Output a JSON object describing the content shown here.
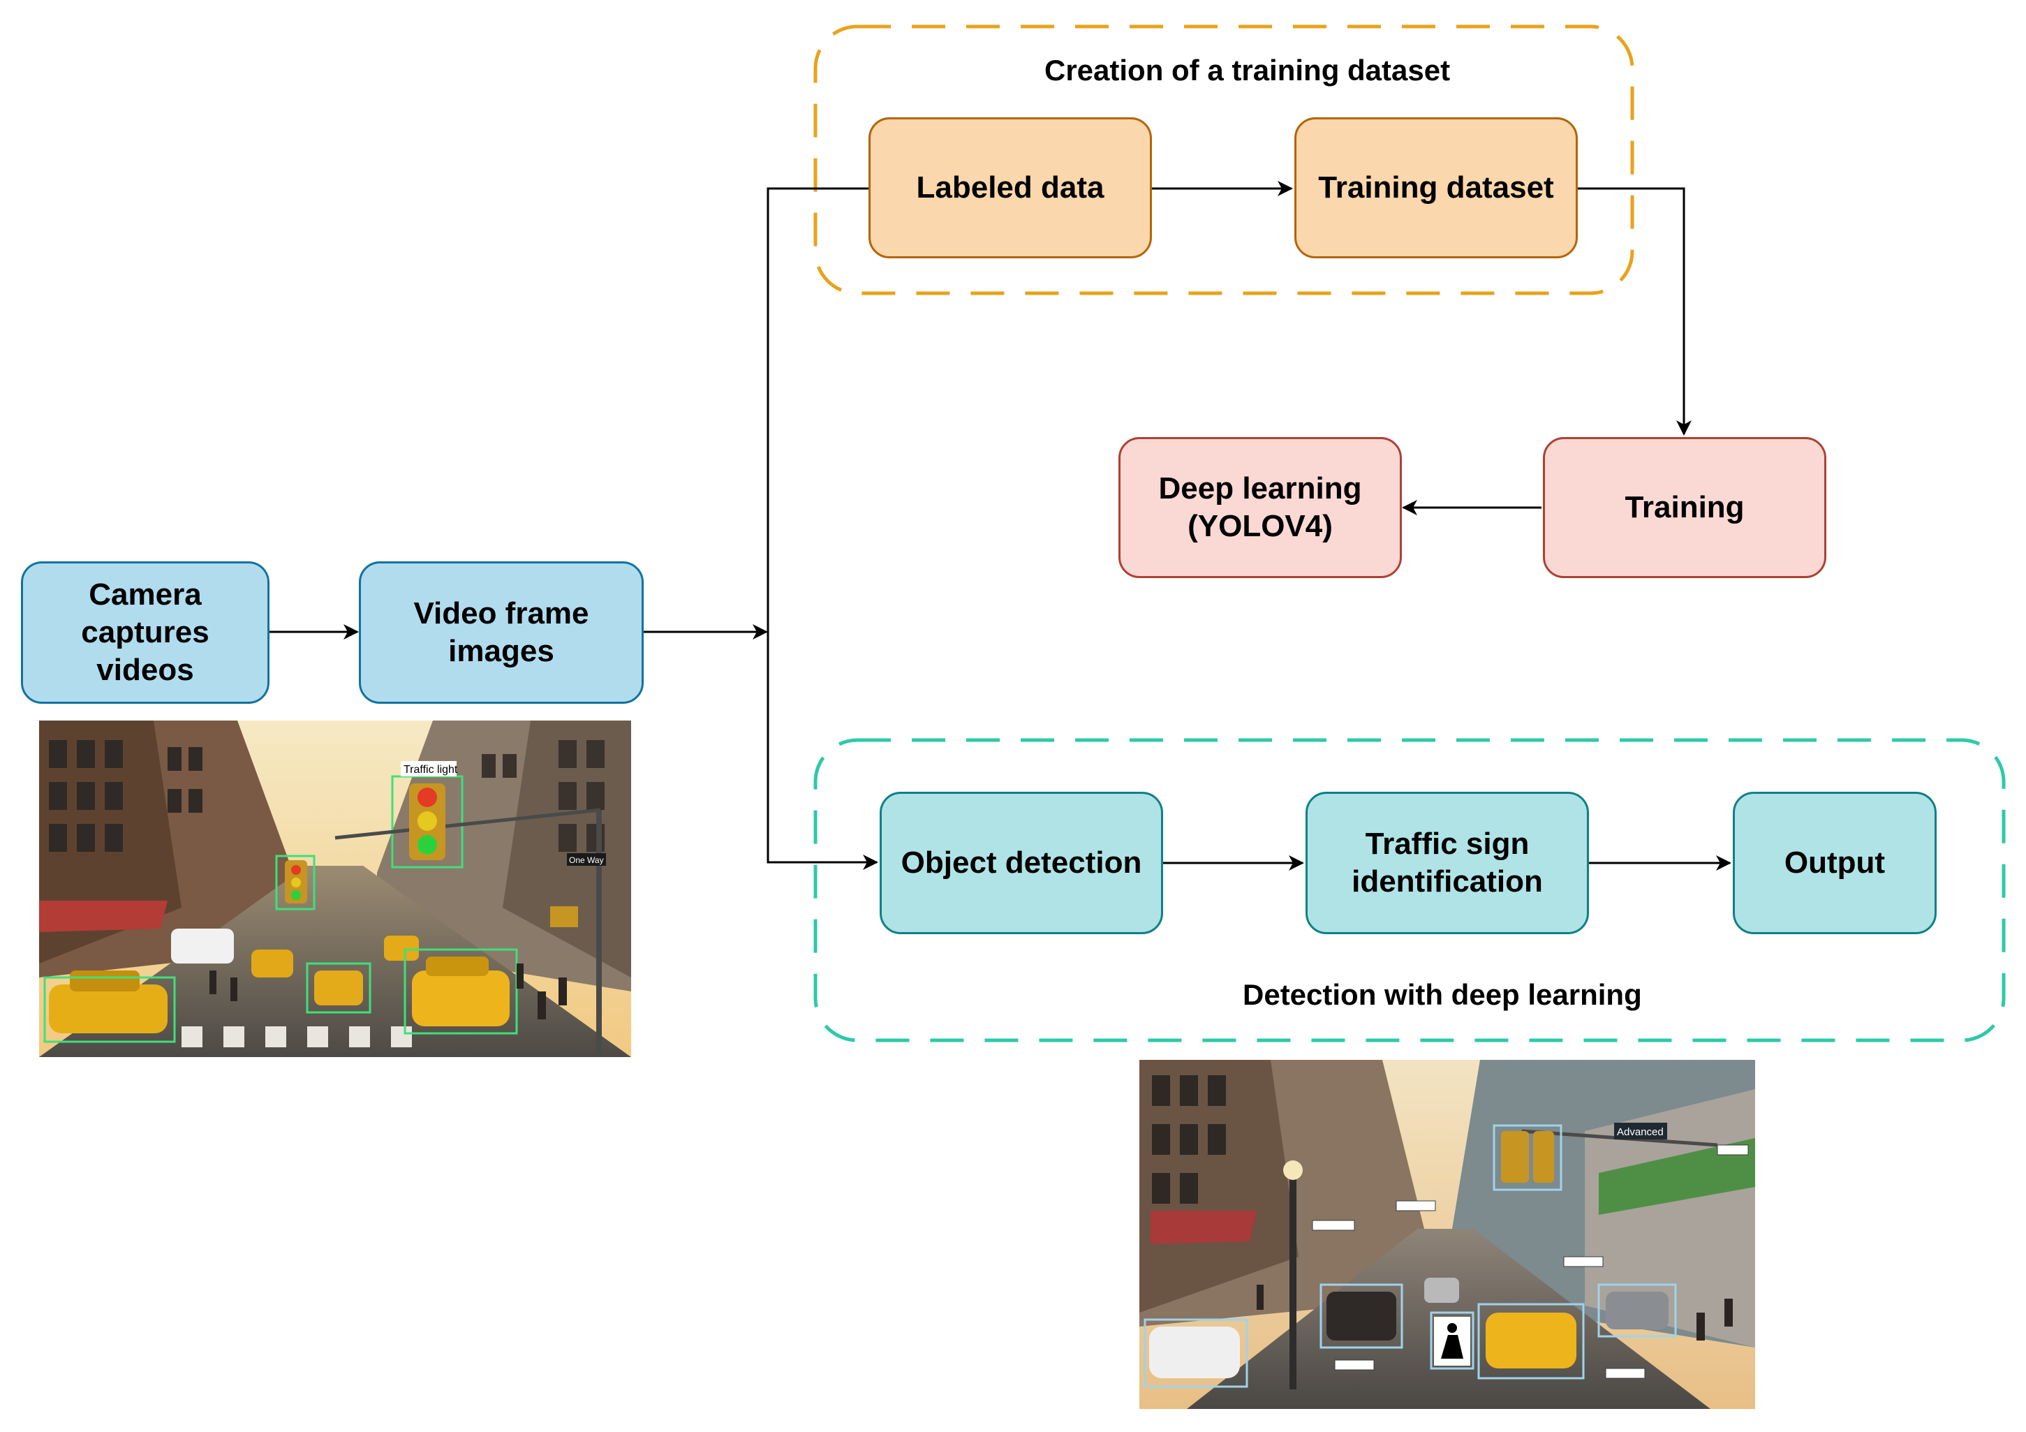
{
  "groups": {
    "training": {
      "title": "Creation of a training dataset",
      "border_color": "#e8a31c"
    },
    "detection": {
      "title": "Detection with deep learning",
      "border_color": "#2ec9a8"
    }
  },
  "nodes": {
    "camera": "Camera captures\nvideos",
    "video_frames": "Video frame\nimages",
    "labeled_data": "Labeled data",
    "training_dataset": "Training dataset",
    "training": "Training",
    "deep_learning": "Deep learning\n(YOLOV4)",
    "object_detection": "Object detection",
    "traffic_sign": "Traffic sign\nidentification",
    "output": "Output"
  },
  "images": {
    "input_street_scene": {
      "description_icon": "street-photo-traffic-light-taxis",
      "overlay_labels": [
        "Traffic light",
        "One Way"
      ]
    },
    "output_street_scene": {
      "description_icon": "street-photo-detection-annotations",
      "overlay_labels": [
        "Advanced"
      ]
    }
  },
  "colors": {
    "edge": "#000000",
    "blue_fill": "#b1dcee",
    "orange_fill": "#fad7ac",
    "red_fill": "#fad9d5",
    "teal_fill": "#b0e3e6"
  }
}
